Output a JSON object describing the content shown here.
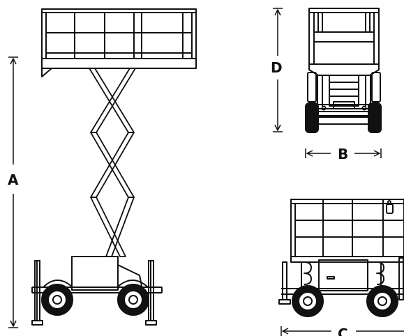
{
  "labels": {
    "height": "A",
    "width": "B",
    "length": "C",
    "stowed_height": "D"
  }
}
